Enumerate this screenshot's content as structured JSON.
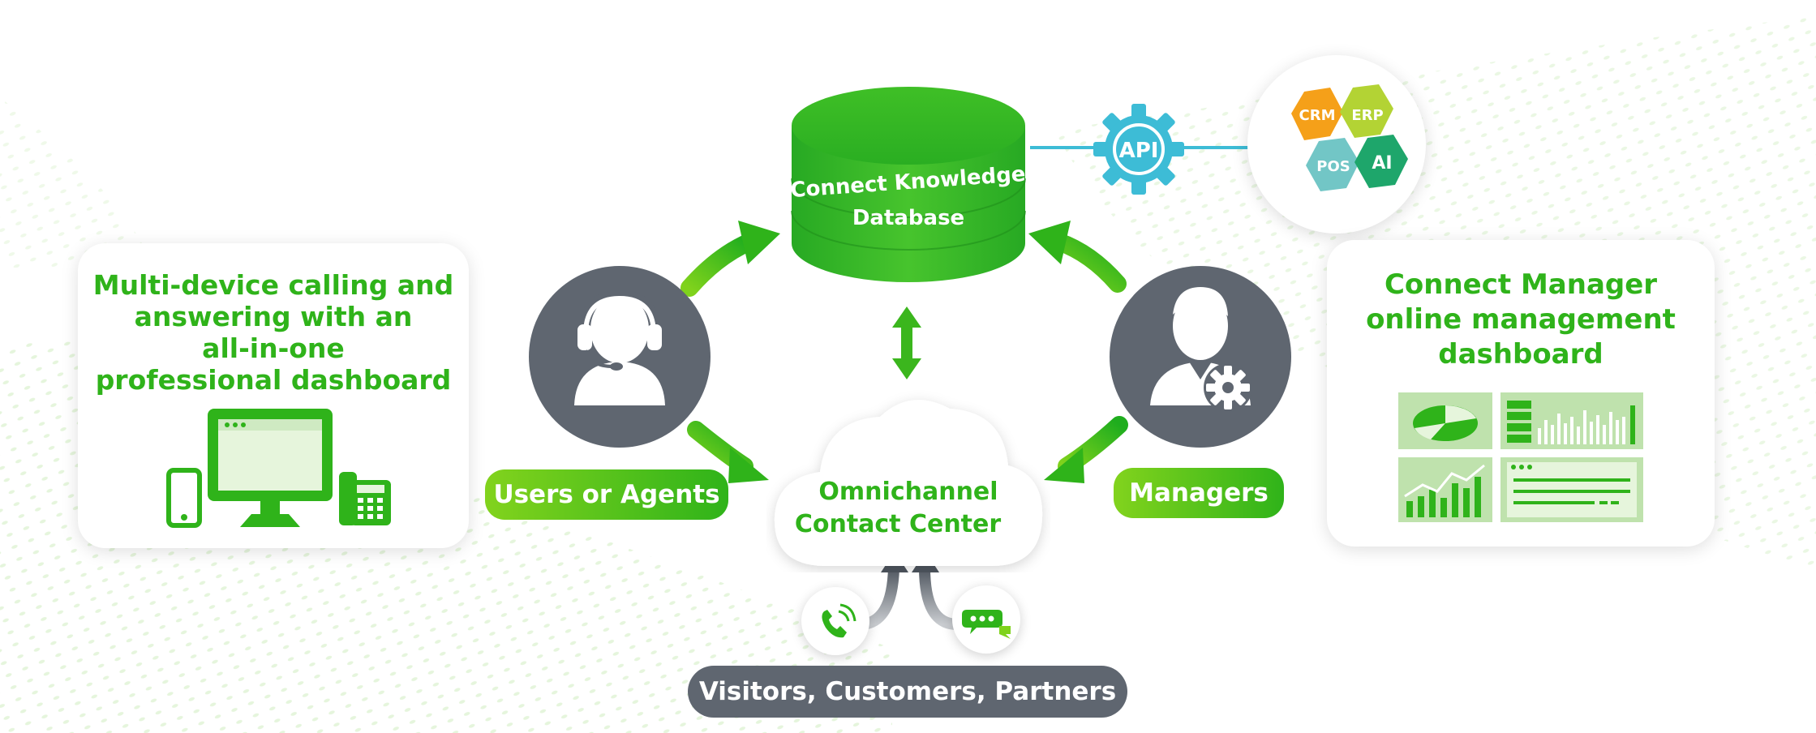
{
  "database": {
    "line1": "Connect Knowledge",
    "line2": "Database"
  },
  "api": {
    "label": "API"
  },
  "integrations": {
    "crm": "CRM",
    "erp": "ERP",
    "pos": "POS",
    "ai": "AI"
  },
  "left_card": {
    "line1": "Multi-device calling and",
    "line2": "answering with an",
    "line3": "all-in-one",
    "line4": "professional dashboard"
  },
  "right_card": {
    "line1": "Connect Manager",
    "line2": "online management",
    "line3": "dashboard"
  },
  "users_label": "Users or Agents",
  "managers_label": "Managers",
  "cloud": {
    "line1": "Omnichannel",
    "line2": "Contact Center"
  },
  "visitors_label": "Visitors, Customers, Partners",
  "colors": {
    "green": "#2fb31a",
    "green_light": "#7fd21c",
    "gray": "#5f6670",
    "teal": "#3dbcd6",
    "orange": "#f5a019",
    "yellow_green": "#b3d334",
    "pos_teal": "#72c6c6",
    "ai_green": "#1ea66b"
  },
  "icons": [
    "headset-agent-icon",
    "manager-gear-icon",
    "api-gear-icon",
    "desktop-icon",
    "phone-icon",
    "mobile-icon",
    "voice-call-icon",
    "chat-icon",
    "pie-chart-icon",
    "bar-chart-icon"
  ]
}
